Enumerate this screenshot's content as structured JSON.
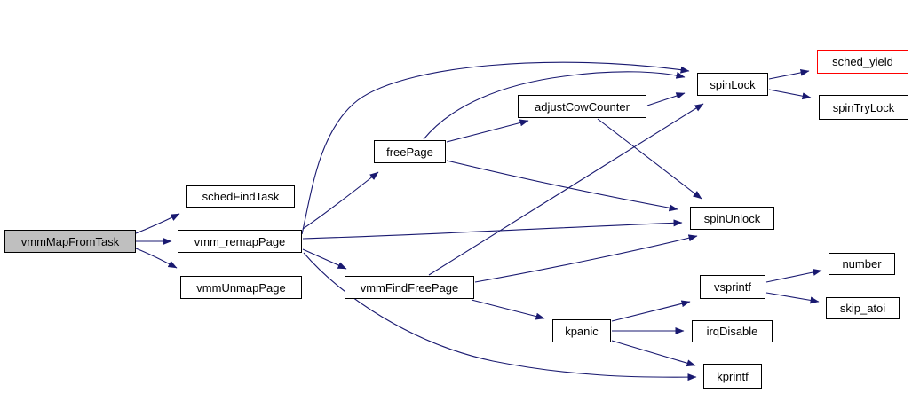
{
  "diagram": {
    "kind": "function-call-graph",
    "colors": {
      "background": "#ffffff",
      "edge": "#191970",
      "node_border": "#000000",
      "node_fill": "#ffffff",
      "root_fill": "#bfbfbf",
      "highlight_border": "#ff0000",
      "text": "#000000"
    },
    "nodes": [
      {
        "id": "vmmMapFromTask",
        "label": "vmmMapFromTask",
        "role": "root"
      },
      {
        "id": "schedFindTask",
        "label": "schedFindTask",
        "role": "normal"
      },
      {
        "id": "vmm_remapPage",
        "label": "vmm_remapPage",
        "role": "normal"
      },
      {
        "id": "vmmUnmapPage",
        "label": "vmmUnmapPage",
        "role": "normal"
      },
      {
        "id": "freePage",
        "label": "freePage",
        "role": "normal"
      },
      {
        "id": "adjustCowCounter",
        "label": "adjustCowCounter",
        "role": "normal"
      },
      {
        "id": "spinLock",
        "label": "spinLock",
        "role": "normal"
      },
      {
        "id": "sched_yield",
        "label": "sched_yield",
        "role": "highlighted"
      },
      {
        "id": "spinTryLock",
        "label": "spinTryLock",
        "role": "normal"
      },
      {
        "id": "spinUnlock",
        "label": "spinUnlock",
        "role": "normal"
      },
      {
        "id": "vmmFindFreePage",
        "label": "vmmFindFreePage",
        "role": "normal"
      },
      {
        "id": "kpanic",
        "label": "kpanic",
        "role": "normal"
      },
      {
        "id": "vsprintf",
        "label": "vsprintf",
        "role": "normal"
      },
      {
        "id": "number",
        "label": "number",
        "role": "normal"
      },
      {
        "id": "skip_atoi",
        "label": "skip_atoi",
        "role": "normal"
      },
      {
        "id": "irqDisable",
        "label": "irqDisable",
        "role": "normal"
      },
      {
        "id": "kprintf",
        "label": "kprintf",
        "role": "normal"
      }
    ],
    "edges": [
      {
        "from": "vmmMapFromTask",
        "to": "schedFindTask"
      },
      {
        "from": "vmmMapFromTask",
        "to": "vmm_remapPage"
      },
      {
        "from": "vmmMapFromTask",
        "to": "vmmUnmapPage"
      },
      {
        "from": "vmm_remapPage",
        "to": "freePage"
      },
      {
        "from": "vmm_remapPage",
        "to": "spinLock"
      },
      {
        "from": "vmm_remapPage",
        "to": "spinUnlock"
      },
      {
        "from": "vmm_remapPage",
        "to": "vmmFindFreePage"
      },
      {
        "from": "vmm_remapPage",
        "to": "kprintf"
      },
      {
        "from": "freePage",
        "to": "adjustCowCounter"
      },
      {
        "from": "freePage",
        "to": "spinLock"
      },
      {
        "from": "freePage",
        "to": "spinUnlock"
      },
      {
        "from": "adjustCowCounter",
        "to": "spinLock"
      },
      {
        "from": "adjustCowCounter",
        "to": "spinUnlock"
      },
      {
        "from": "vmmFindFreePage",
        "to": "spinLock"
      },
      {
        "from": "vmmFindFreePage",
        "to": "spinUnlock"
      },
      {
        "from": "vmmFindFreePage",
        "to": "kpanic"
      },
      {
        "from": "kpanic",
        "to": "vsprintf"
      },
      {
        "from": "kpanic",
        "to": "irqDisable"
      },
      {
        "from": "kpanic",
        "to": "kprintf"
      },
      {
        "from": "spinLock",
        "to": "sched_yield"
      },
      {
        "from": "spinLock",
        "to": "spinTryLock"
      },
      {
        "from": "vsprintf",
        "to": "number"
      },
      {
        "from": "vsprintf",
        "to": "skip_atoi"
      }
    ]
  }
}
